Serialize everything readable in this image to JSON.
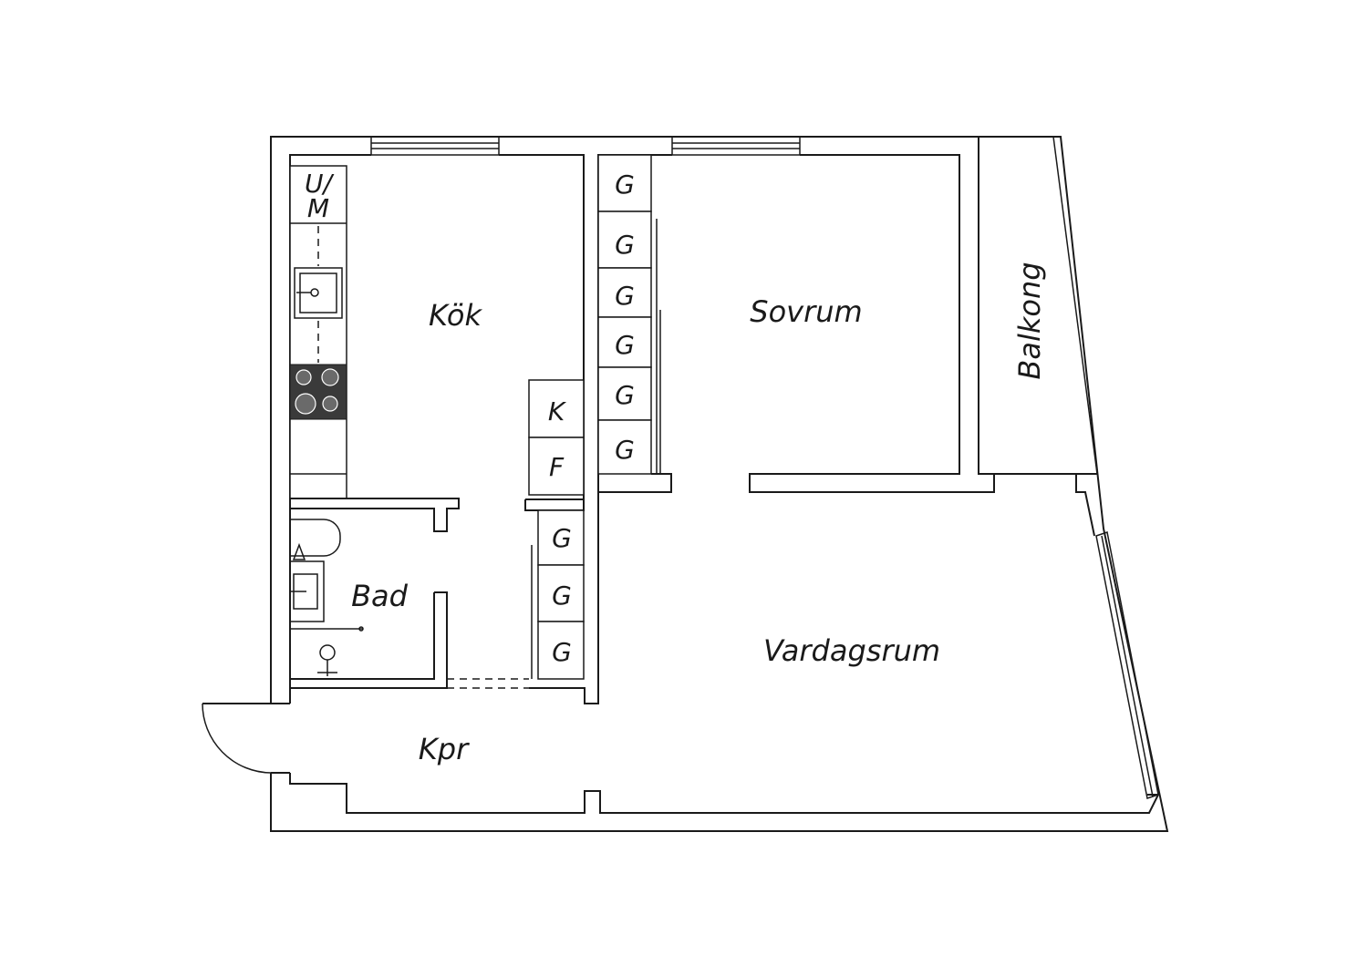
{
  "rooms": {
    "kitchen": "Kök",
    "bedroom": "Sovrum",
    "balcony": "Balkong",
    "bathroom": "Bad",
    "living_room": "Vardagsrum",
    "hall": "Kpr"
  },
  "units": {
    "washer": "U/",
    "washer_line2": "M",
    "freezer": "F",
    "fridge": "K",
    "wardrobe": "G"
  },
  "colors": {
    "line": "#1a1a1a",
    "stove": "#3a3a3a",
    "background": "#ffffff"
  }
}
